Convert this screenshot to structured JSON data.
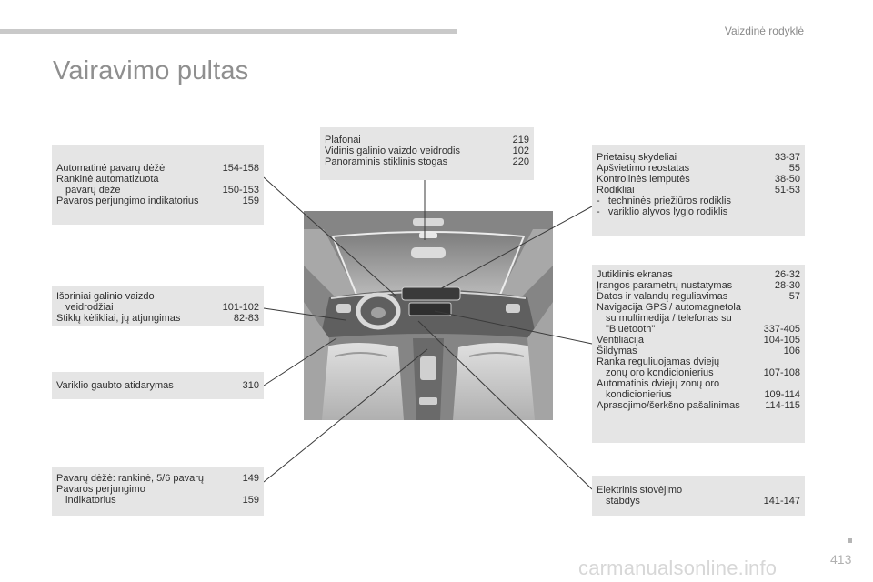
{
  "header": {
    "section": "Vaizdinė rodyklė",
    "title": "Vairavimo pultas"
  },
  "boxes": {
    "gearbox": {
      "rows": [
        {
          "label": "Automatinė pavarų dėžė",
          "page": "154-158"
        },
        {
          "label": "Rankinė automatizuota",
          "page": ""
        },
        {
          "label": "pavarų dėžė",
          "page": "150-153",
          "indent": true
        },
        {
          "label": "Pavaros perjungimo indikatorius",
          "page": "159"
        }
      ]
    },
    "mirrors": {
      "rows": [
        {
          "label": "Išoriniai galinio vaizdo",
          "page": ""
        },
        {
          "label": "veidrodžiai",
          "page": "101-102",
          "indent": true
        },
        {
          "label": "Stiklų kėlikliai, jų atjungimas",
          "page": "82-83"
        }
      ]
    },
    "bonnet": {
      "rows": [
        {
          "label": "Variklio gaubto atidarymas",
          "page": "310"
        }
      ]
    },
    "gearbox_manual": {
      "rows": [
        {
          "label": "Pavarų dėžė: rankinė, 5/6 pavarų",
          "page": "149"
        },
        {
          "label": "Pavaros perjungimo",
          "page": ""
        },
        {
          "label": "indikatorius",
          "page": "159",
          "indent": true
        }
      ]
    },
    "ceiling": {
      "rows": [
        {
          "label": "Plafonai",
          "page": "219"
        },
        {
          "label": "Vidinis galinio vaizdo veidrodis",
          "page": "102"
        },
        {
          "label": "Panoraminis stiklinis stogas",
          "page": "220"
        }
      ]
    },
    "instruments": {
      "rows": [
        {
          "label": "Prietaisų skydeliai",
          "page": "33-37"
        },
        {
          "label": "Apšvietimo reostatas",
          "page": "55"
        },
        {
          "label": "Kontrolinės lemputės",
          "page": "38-50"
        },
        {
          "label": "Rodikliai",
          "page": "51-53"
        },
        {
          "label": "-   techninės priežiūros rodiklis",
          "page": ""
        },
        {
          "label": "-   variklio alyvos lygio rodiklis",
          "page": ""
        }
      ]
    },
    "touchscreen": {
      "rows": [
        {
          "label": "Jutiklinis ekranas",
          "page": "26-32"
        },
        {
          "label": "Įrangos parametrų nustatymas",
          "page": "28-30"
        },
        {
          "label": "Datos ir valandų reguliavimas",
          "page": "57"
        },
        {
          "label": "Navigacija GPS / automagnetola",
          "page": ""
        },
        {
          "label": "su multimedija / telefonas su",
          "page": "",
          "indent": true
        },
        {
          "label": "\"Bluetooth\"",
          "page": "337-405",
          "indent": true
        },
        {
          "label": "Ventiliacija",
          "page": "104-105"
        },
        {
          "label": "Šildymas",
          "page": "106"
        },
        {
          "label": "Ranka reguliuojamas dviejų",
          "page": ""
        },
        {
          "label": "zonų oro kondicionierius",
          "page": "107-108",
          "indent": true
        },
        {
          "label": "Automatinis dviejų zonų oro",
          "page": ""
        },
        {
          "label": "kondicionierius",
          "page": "109-114",
          "indent": true
        },
        {
          "label": "Aprasojimo/šerkšno pašalinimas",
          "page": "114-115"
        }
      ]
    },
    "parking_brake": {
      "rows": [
        {
          "label": "Elektrinis stovėjimo",
          "page": ""
        },
        {
          "label": "stabdys",
          "page": "141-147",
          "indent": true
        }
      ]
    }
  },
  "footer": {
    "page_number": "413",
    "watermark": "carmanualsonline.info"
  }
}
